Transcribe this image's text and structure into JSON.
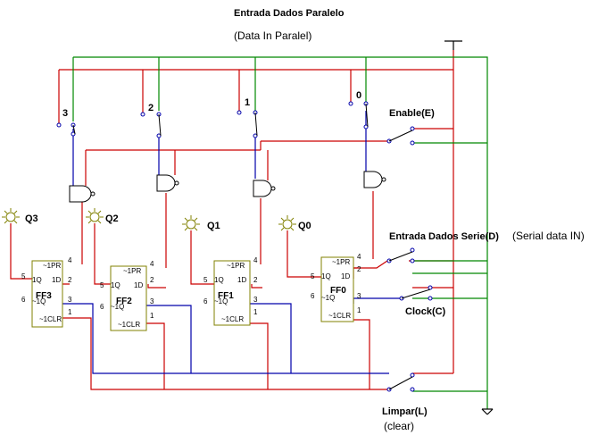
{
  "title": "Entrada Dados Paralelo",
  "subtitle": "(Data In Paralel)",
  "inputs": [
    "3",
    "2",
    "1",
    "0"
  ],
  "enable_label": "Enable(E)",
  "serial_label": "Entrada Dados Serie(D)",
  "serial_note": "(Serial data IN)",
  "clock_label": "Clock(C)",
  "clear_label": "Limpar(L)",
  "clear_note": "(clear)",
  "outputs": [
    "Q3",
    "Q2",
    "Q1",
    "Q0"
  ],
  "flipflops": [
    "FF3",
    "FF2",
    "FF1",
    "FF0"
  ],
  "pins": {
    "pr": "~1PR",
    "q": "1Q",
    "d": "1D",
    "nq": "~1Q",
    "clr": "~1CLR",
    "n1": "1",
    "n2": "2",
    "n3": "3",
    "n4": "4",
    "n5": "5",
    "n6": "6"
  },
  "colors": {
    "red": "#cc0000",
    "green": "#008800",
    "blue": "#0000aa",
    "olive": "#808000"
  }
}
